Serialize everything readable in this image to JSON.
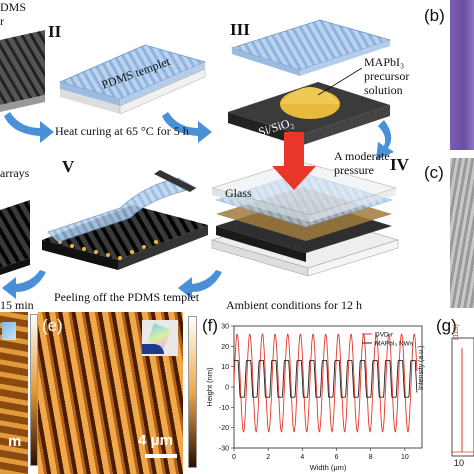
{
  "schematic": {
    "step_labels": [
      "II",
      "III",
      "IV",
      "V"
    ],
    "top_left_partial": "DMS",
    "top_left_partial2": "r",
    "pdms_templet": "PDMS templet",
    "mapbi3_line1": "MAPbI₃",
    "mapbi3_line2": "precursor",
    "mapbi3_line3": "solution",
    "substrate": "Si/SiO₂",
    "heat_curing": "Heat curing at 65 °C for 5 h",
    "pressure_line1": "A moderate",
    "pressure_line2": "pressure",
    "glass": "Glass",
    "arrays_partial": "arrays",
    "time_partial": "15 min",
    "peeling": "Peeling off the PDMS templet",
    "ambient": "Ambient conditions for 12 h"
  },
  "panels": {
    "b": "(b)",
    "c": "(c)",
    "e": "(e)",
    "f": "(f)",
    "g": "(g)"
  },
  "afm": {
    "scale_partial": "m",
    "scale_e": "4 μm"
  },
  "colors": {
    "arrow_blue": "#4a90d9",
    "pressure_red": "#e8362a",
    "droplet": "#e8b93b",
    "pdms": "#a9c8ea",
    "afm_orange": "#c9741c"
  },
  "chart_data": {
    "type": "line",
    "xlabel": "Width (μm)",
    "ylabel": "Height (nm)",
    "xlim": [
      0,
      11
    ],
    "ylim": [
      -30,
      30
    ],
    "xticks": [
      0,
      2,
      4,
      6,
      8,
      10
    ],
    "yticks": [
      -30,
      -20,
      -10,
      0,
      10,
      20,
      30
    ],
    "series": [
      {
        "name": "DVD-r",
        "color": "#e8362a",
        "period": 0.74,
        "amplitude": 24,
        "offset": 2
      },
      {
        "name": "MAPbI₃ NWs",
        "color": "#222222",
        "period": 0.74,
        "amplitude": 9,
        "offset": 4
      }
    ]
  },
  "xrd": {
    "ylabel": "Intensity (a.u.)",
    "peak_label": "(110)",
    "tick_x": "10"
  }
}
